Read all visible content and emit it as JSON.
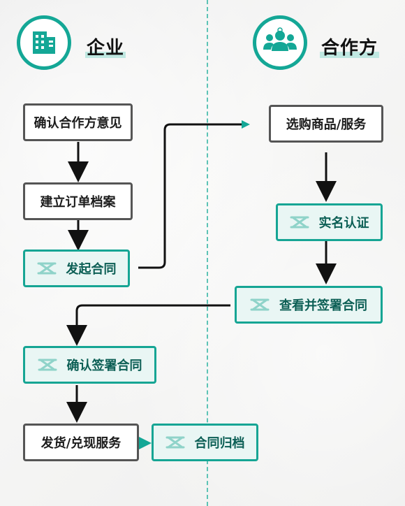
{
  "enterprise": {
    "title": "企业",
    "icon": "building-icon"
  },
  "partner": {
    "title": "合作方",
    "icon": "people-group-icon"
  },
  "steps": {
    "confirm_opinion": "确认合作方意见",
    "create_order": "建立订单档案",
    "initiate_contract": "发起合同",
    "select_goods": "选购商品/服务",
    "real_name": "实名认证",
    "view_sign": "查看并签署合同",
    "confirm_sign": "确认签署合同",
    "deliver": "发货/兑现服务",
    "archive": "合同归档"
  },
  "colors": {
    "accent": "#14a796",
    "accent_light": "#e9f6f4",
    "neutral_border": "#555555",
    "arrow": "#111111"
  }
}
